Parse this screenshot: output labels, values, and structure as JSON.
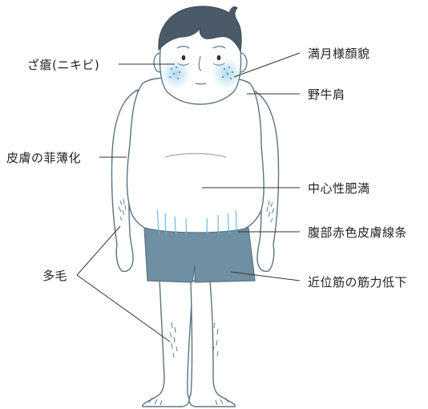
{
  "labels": {
    "acne": "ざ瘡(ニキビ)",
    "moon_face": "満月様顔貌",
    "buffalo_hump": "野牛肩",
    "thin_skin": "皮膚の菲薄化",
    "central_obesity": "中心性肥満",
    "striae": "腹部赤色皮膚線条",
    "hirsutism": "多毛",
    "proximal_weakness": "近位筋の筋力低下"
  },
  "colors": {
    "outline": "#5b7383",
    "skin": "#ffffff",
    "hair": "#4a5a68",
    "shorts": "#6f8fa3",
    "cheek": "#a9d8f3",
    "striae": "#5cb6e6",
    "leader": "#333333"
  }
}
